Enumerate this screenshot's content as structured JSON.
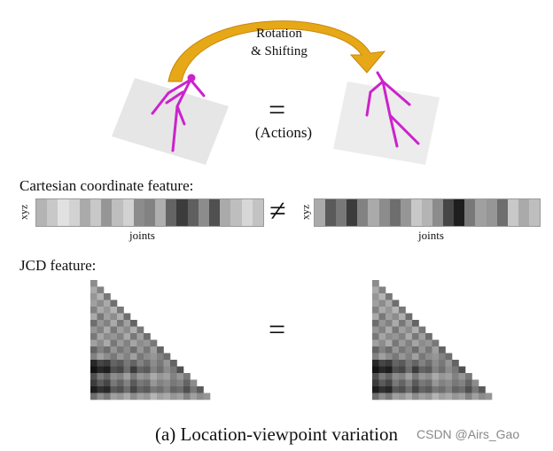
{
  "rotation_label_line1": "Rotation",
  "rotation_label_line2": "& Shifting",
  "equals_symbol": "=",
  "not_equals_symbol": "≠",
  "actions_label": "(Actions)",
  "cartesian_label": "Cartesian coordinate feature:",
  "xyz_label": "xyz",
  "joints_label": "joints",
  "jcd_label": "JCD feature:",
  "caption": "(a) Location-viewpoint variation",
  "watermark": "CSDN @Airs_Gao",
  "colors": {
    "arrow": "#e6a817",
    "arrow_dark": "#c9870b",
    "skeleton": "#cc22cc",
    "plane": "#e6e6e6"
  },
  "strip_left_grays": [
    180,
    200,
    225,
    210,
    170,
    200,
    150,
    190,
    210,
    140,
    130,
    175,
    100,
    60,
    95,
    140,
    80,
    170,
    190,
    215,
    195
  ],
  "strip_right_grays": [
    170,
    90,
    120,
    60,
    130,
    170,
    140,
    110,
    150,
    200,
    180,
    140,
    70,
    30,
    120,
    160,
    150,
    110,
    200,
    170,
    190
  ],
  "jcd_grays": [
    [
      140
    ],
    [
      170,
      130
    ],
    [
      150,
      180,
      120
    ],
    [
      160,
      140,
      170,
      110
    ],
    [
      130,
      170,
      150,
      180,
      120
    ],
    [
      170,
      120,
      160,
      140,
      175,
      110
    ],
    [
      110,
      150,
      130,
      170,
      120,
      160,
      100
    ],
    [
      150,
      130,
      170,
      120,
      160,
      140,
      175,
      120
    ],
    [
      120,
      165,
      140,
      150,
      130,
      170,
      120,
      160,
      110
    ],
    [
      160,
      140,
      170,
      120,
      155,
      130,
      165,
      140,
      150,
      120
    ],
    [
      100,
      130,
      110,
      150,
      120,
      140,
      110,
      150,
      120,
      160,
      100
    ],
    [
      130,
      160,
      140,
      120,
      150,
      130,
      160,
      120,
      140,
      150,
      130,
      110
    ],
    [
      40,
      70,
      60,
      100,
      90,
      120,
      100,
      130,
      110,
      140,
      120,
      150,
      100
    ],
    [
      20,
      40,
      30,
      80,
      70,
      110,
      60,
      100,
      90,
      130,
      110,
      140,
      120,
      80
    ],
    [
      80,
      120,
      100,
      140,
      130,
      160,
      120,
      150,
      140,
      170,
      150,
      160,
      130,
      150,
      120
    ],
    [
      60,
      90,
      70,
      120,
      100,
      130,
      90,
      120,
      110,
      150,
      130,
      140,
      120,
      130,
      100,
      140
    ],
    [
      30,
      50,
      40,
      90,
      80,
      110,
      70,
      100,
      90,
      120,
      110,
      130,
      100,
      110,
      80,
      120,
      90
    ],
    [
      110,
      140,
      120,
      160,
      150,
      170,
      140,
      160,
      150,
      180,
      160,
      170,
      150,
      160,
      130,
      160,
      140,
      150
    ]
  ]
}
